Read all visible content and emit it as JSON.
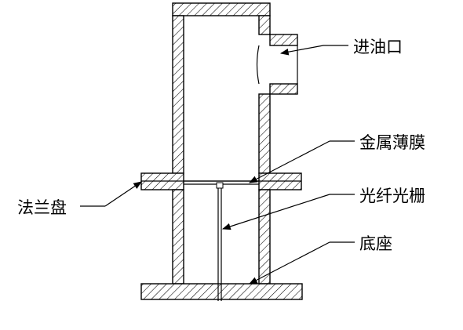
{
  "labels": {
    "oil_inlet": "进油口",
    "metal_film": "金属薄膜",
    "flange": "法兰盘",
    "fbg": "光纤光栅",
    "base": "底座"
  },
  "colors": {
    "stroke": "#000000",
    "background": "#ffffff"
  }
}
